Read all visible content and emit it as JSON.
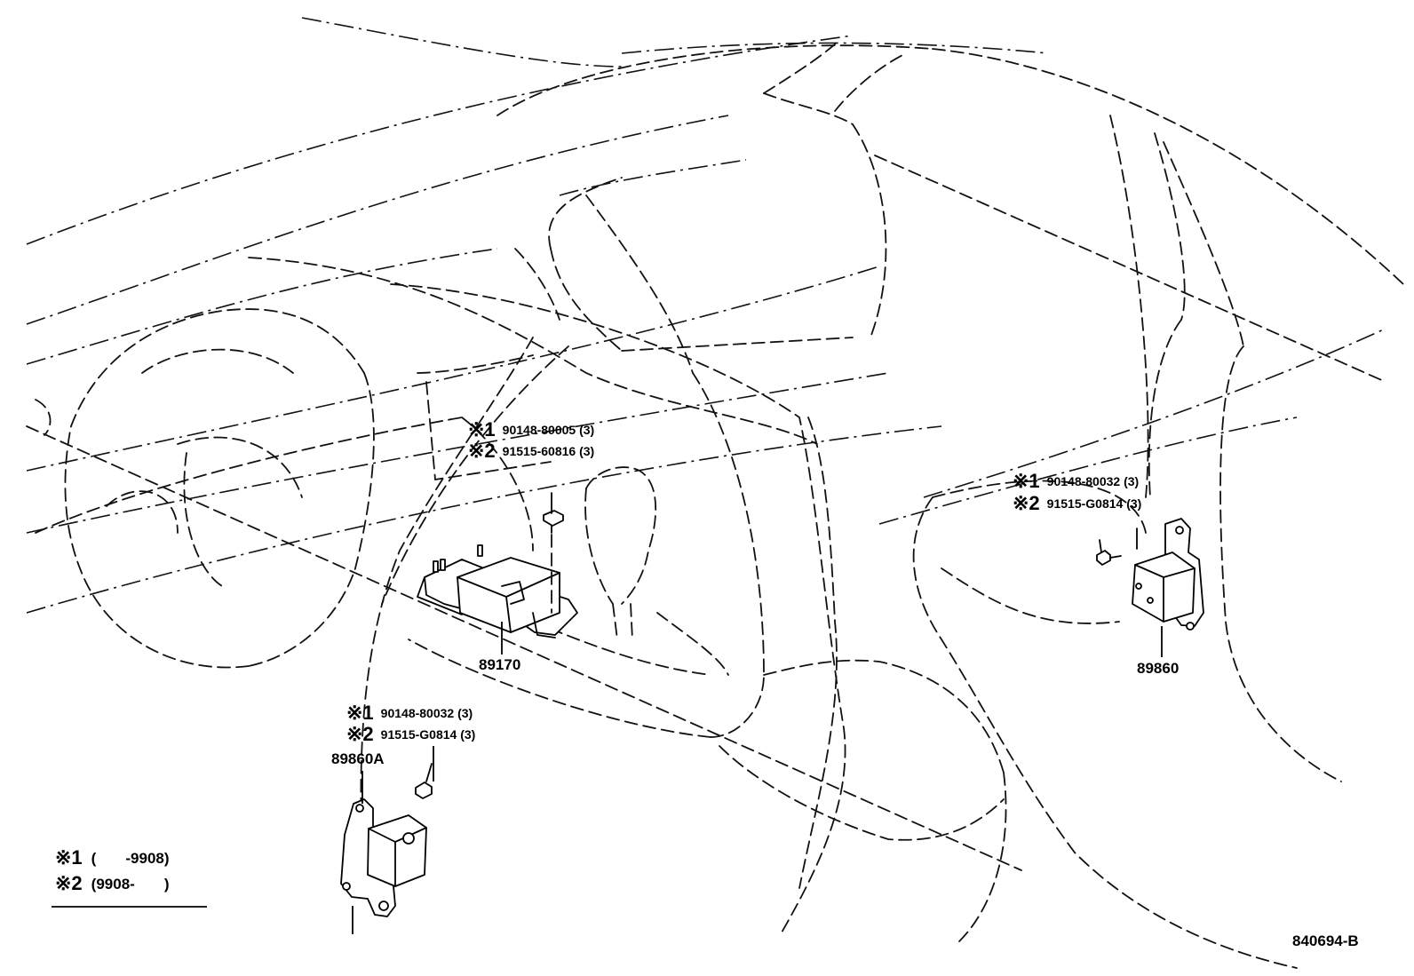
{
  "center_callout": {
    "mark1": "※1",
    "code1": "90148-80005 (3)",
    "mark2": "※2",
    "code2": "91515-60816 (3)"
  },
  "right_callout": {
    "mark1": "※1",
    "code1": "90148-80032 (3)",
    "mark2": "※2",
    "code2": "91515-G0814 (3)"
  },
  "left_callout": {
    "mark1": "※1",
    "code1": "90148-80032 (3)",
    "mark2": "※2",
    "code2": "91515-G0814 (3)"
  },
  "parts": {
    "center_unit": "89170",
    "right_sensor": "89860",
    "left_sensor": "89860A"
  },
  "legend": {
    "mark1": "※1",
    "range1": "(       -9908)",
    "mark2": "※2",
    "range2": "(9908-       )"
  },
  "diagram_id": "840694-B"
}
